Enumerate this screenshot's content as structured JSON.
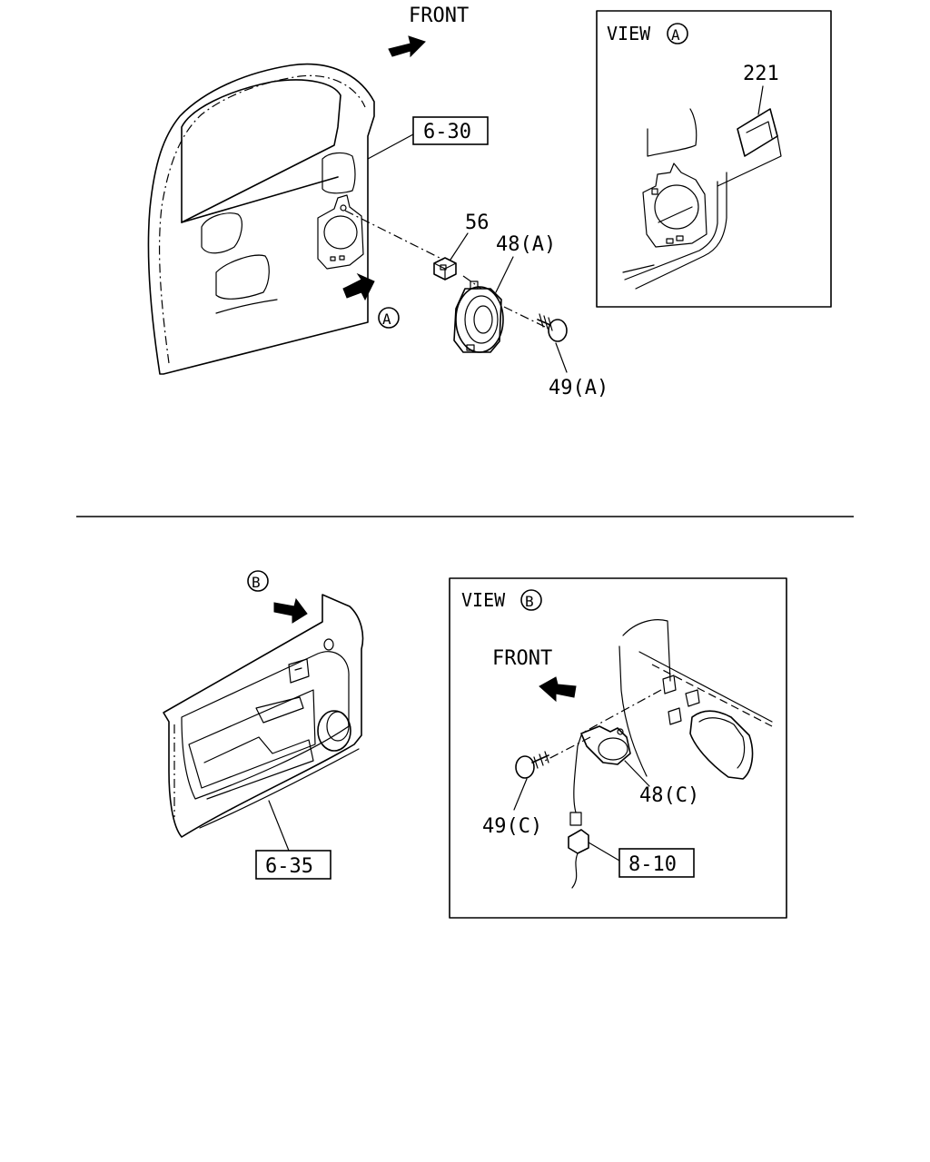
{
  "top": {
    "front_label": "FRONT",
    "view_circle": "A",
    "ref_door_panel": "6-30",
    "part_clip": "56",
    "part_speaker": "48(A)",
    "part_screw": "49(A)",
    "view_box": {
      "title": "VIEW",
      "circle": "A",
      "part_label": "221"
    }
  },
  "bottom": {
    "view_circle": "B",
    "ref_trim_panel": "6-35",
    "view_box": {
      "title": "VIEW",
      "circle": "B",
      "front_label": "FRONT",
      "part_speaker": "48(C)",
      "part_screw": "49(C)",
      "ref_harness": "8-10"
    }
  }
}
